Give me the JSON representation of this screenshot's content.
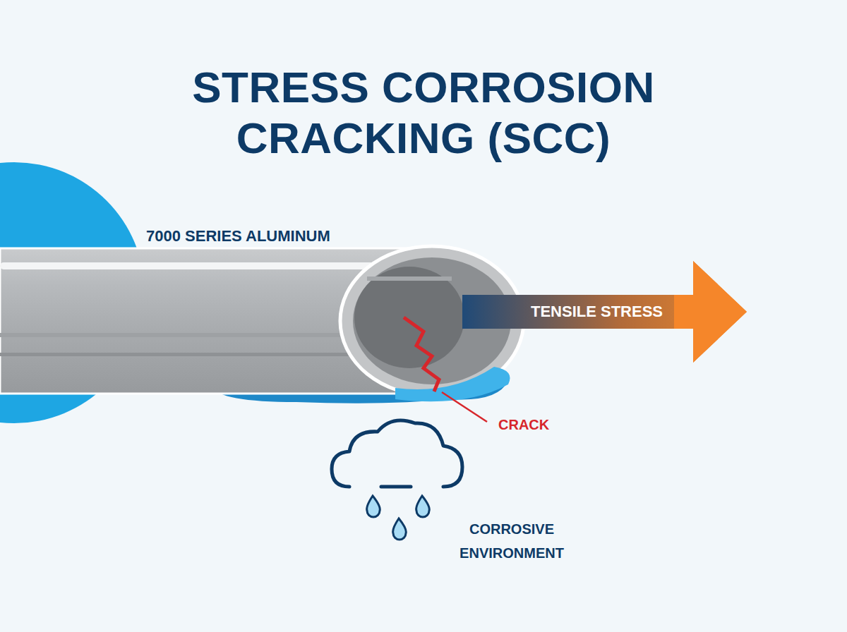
{
  "diagram": {
    "title": "STRESS CORROSION CRACKING (SCC)",
    "labels": [
      "7000 SERIES ALUMINUM",
      "TENSILE STRESS",
      "CRACK",
      "CORROSIVE ENVIRONMENT"
    ]
  }
}
